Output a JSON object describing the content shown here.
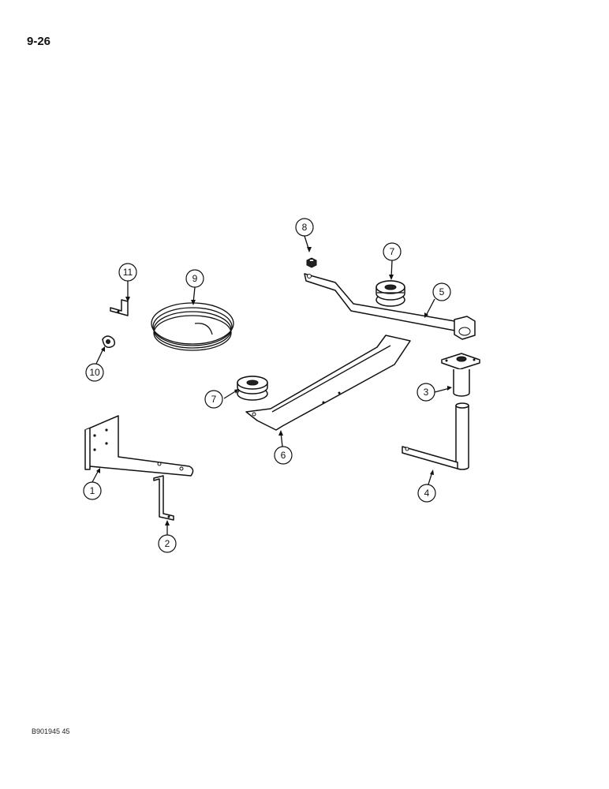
{
  "page": {
    "page_number": "9-26",
    "figure_code": "B901945 45"
  },
  "callouts": [
    {
      "num": "1"
    },
    {
      "num": "2"
    },
    {
      "num": "3"
    },
    {
      "num": "4"
    },
    {
      "num": "5"
    },
    {
      "num": "6"
    },
    {
      "num": "7"
    },
    {
      "num": "7"
    },
    {
      "num": "8"
    },
    {
      "num": "9"
    },
    {
      "num": "10"
    },
    {
      "num": "11"
    }
  ]
}
